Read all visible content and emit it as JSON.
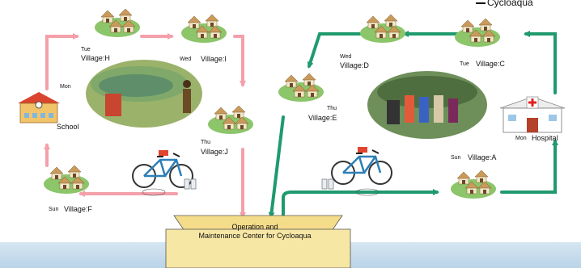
{
  "legend": {
    "label": "Cycloaqua"
  },
  "center": {
    "line1": "Operation and",
    "line2": "Maintenance Center for Cycloaqua"
  },
  "school": {
    "day": "Mon",
    "name": "School"
  },
  "hospital": {
    "day": "Mon",
    "name": "Hospital"
  },
  "villages": {
    "h": {
      "day": "Tue",
      "name": "Village:H"
    },
    "i": {
      "day": "Wed",
      "name": "Village:I"
    },
    "j": {
      "day": "Thu",
      "name": "Village:J"
    },
    "f": {
      "day": "Sun",
      "name": "Village:F"
    },
    "c": {
      "day": "Tue",
      "name": "Village:C"
    },
    "d": {
      "day": "Wed",
      "name": "Village:D"
    },
    "e": {
      "day": "Thu",
      "name": "Village:E"
    },
    "a": {
      "day": "Sun",
      "name": "Village:A"
    }
  },
  "colors": {
    "west_route": "#f4a0aa",
    "east_route": "#1f9a6e",
    "hut_roof": "#c99a5c",
    "grass": "#8cc56a"
  }
}
